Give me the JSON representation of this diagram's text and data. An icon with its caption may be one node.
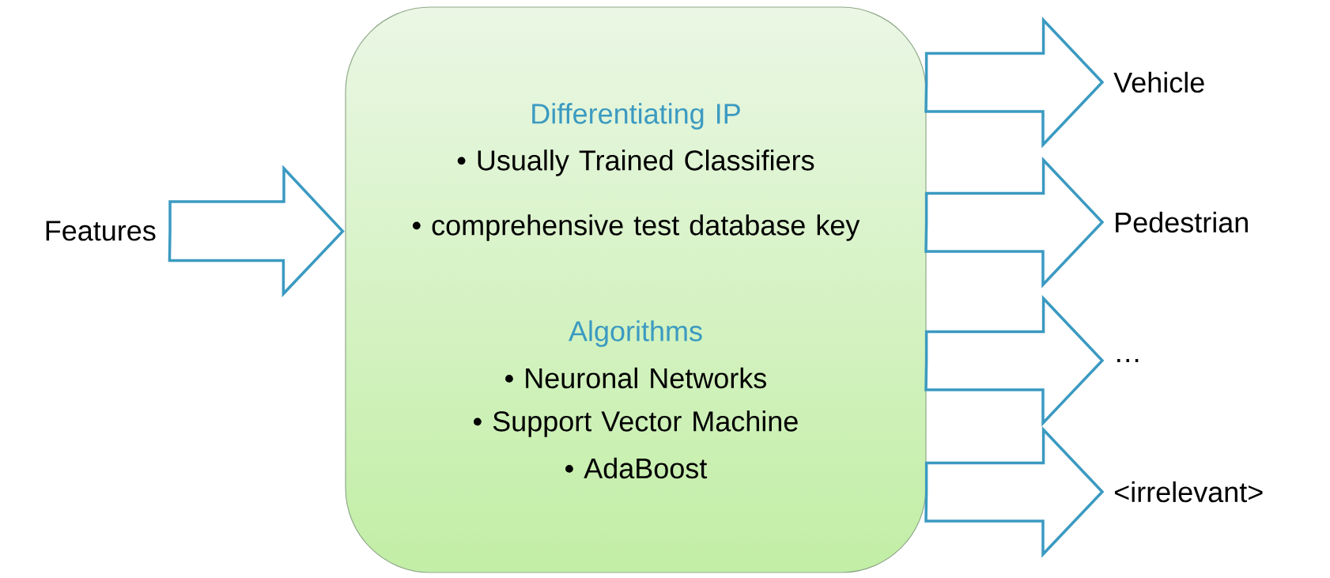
{
  "diagram": {
    "nodes": [
      {
        "text": [
          "Features"
        ]
      },
      {
        "text": [
          "Differentiating IP",
          "• Usually Trained Classifiers",
          "• comprehensive test database key",
          "Algorithms",
          "• Neuronal Networks",
          "• Support Vector Machine",
          "• AdaBoost"
        ]
      },
      {
        "text": [
          "Vehicle"
        ]
      },
      {
        "text": [
          "Pedestrian"
        ]
      },
      {
        "text": [
          "…"
        ]
      },
      {
        "text": [
          "<irrelevant>"
        ]
      }
    ],
    "edges": [
      {
        "from": 0,
        "to": 1,
        "arrow": "to"
      },
      {
        "from": 1,
        "to": 2,
        "arrow": "to"
      },
      {
        "from": 1,
        "to": 3,
        "arrow": "to"
      },
      {
        "from": 1,
        "to": 4,
        "arrow": "to"
      },
      {
        "from": 1,
        "to": 5,
        "arrow": "to"
      }
    ]
  }
}
